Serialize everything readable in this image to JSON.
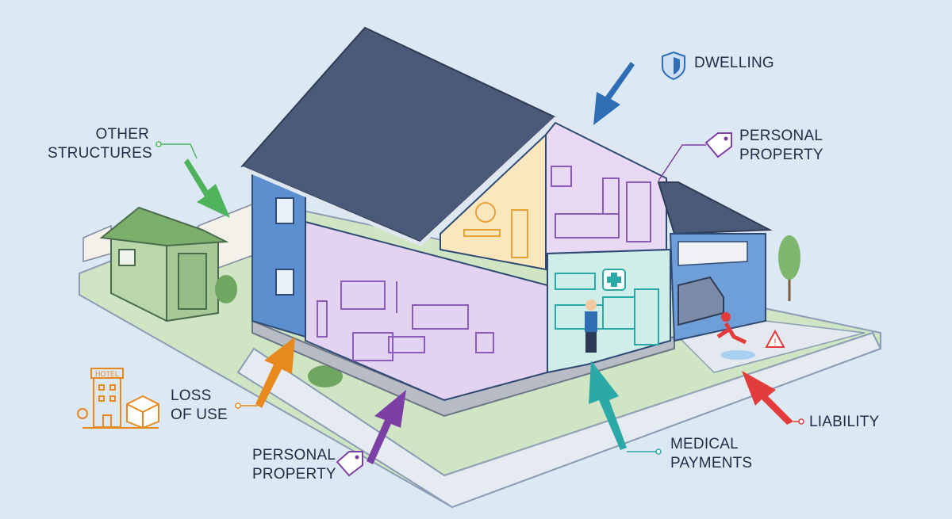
{
  "labels": {
    "dwelling": {
      "lines": [
        "DWELLING"
      ],
      "color": "#2f6db5",
      "icon": "shield-icon"
    },
    "other_structures": {
      "lines": [
        "OTHER",
        "STRUCTURES"
      ],
      "color": "#3f9a4e"
    },
    "personal_property_top": {
      "lines": [
        "PERSONAL",
        "PROPERTY"
      ],
      "color": "#7b3fa6",
      "icon": "tag-icon"
    },
    "loss_of_use": {
      "lines": [
        "LOSS",
        "OF USE"
      ],
      "color": "#e8891f",
      "icon": "hotel-and-box-icon"
    },
    "personal_property_bottom": {
      "lines": [
        "PERSONAL",
        "PROPERTY"
      ],
      "color": "#7b3fa6",
      "icon": "tag-icon"
    },
    "medical_payments": {
      "lines": [
        "MEDICAL",
        "PAYMENTS"
      ],
      "color": "#2aa9a6",
      "icon": "medical-cross-icon"
    },
    "liability": {
      "lines": [
        "LIABILITY"
      ],
      "color": "#e23c3c",
      "icon": "warning-icon"
    }
  },
  "hotel_sign": "HOTEL",
  "colors": {
    "background": "#dce9f5",
    "roof": "#4a5a78",
    "wall": "#5b8fd0",
    "text": "#1f2c47"
  }
}
